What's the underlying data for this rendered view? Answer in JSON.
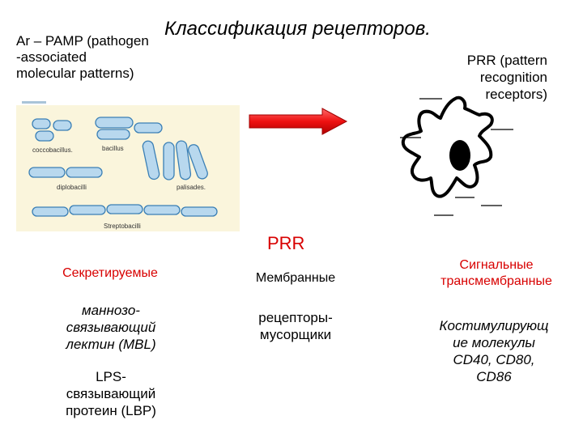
{
  "title": "Классификация рецепторов.",
  "antigen_text": "Ar – PAMP (pathogen\n-associated\nmolecular patterns)",
  "receptor_text": "PRR (pattern\nrecognition\nreceptors)",
  "bacteria_labels": {
    "coccobacillus": "coccobacillus.",
    "bacillus": "bacillus",
    "diplobacilli": "diplobacilli",
    "palisades": "palisades.",
    "streptobacilli": "Streptobacilli"
  },
  "prr_heading": "PRR",
  "columns": {
    "secreted": {
      "header": "Секретируемые",
      "item1": "маннозо-\nсвязывающий\nлектин (MBL)",
      "item2": "LPS-\nсвязывающий\nпротеин (LBP)"
    },
    "membrane": {
      "header": "Мембранные",
      "item1": "рецепторы-\nмусорщики"
    },
    "signaling": {
      "header": "Сигнальные\nтрансмембранные",
      "item1": "Костимулирующ\nие молекулы\nCD40, CD80,\nCD86"
    }
  },
  "colors": {
    "accent_red": "#d80000",
    "bacteria_fill": "#b8d8ee",
    "bacteria_stroke": "#3a7fb5",
    "panel_bg": "#faf5dc"
  }
}
